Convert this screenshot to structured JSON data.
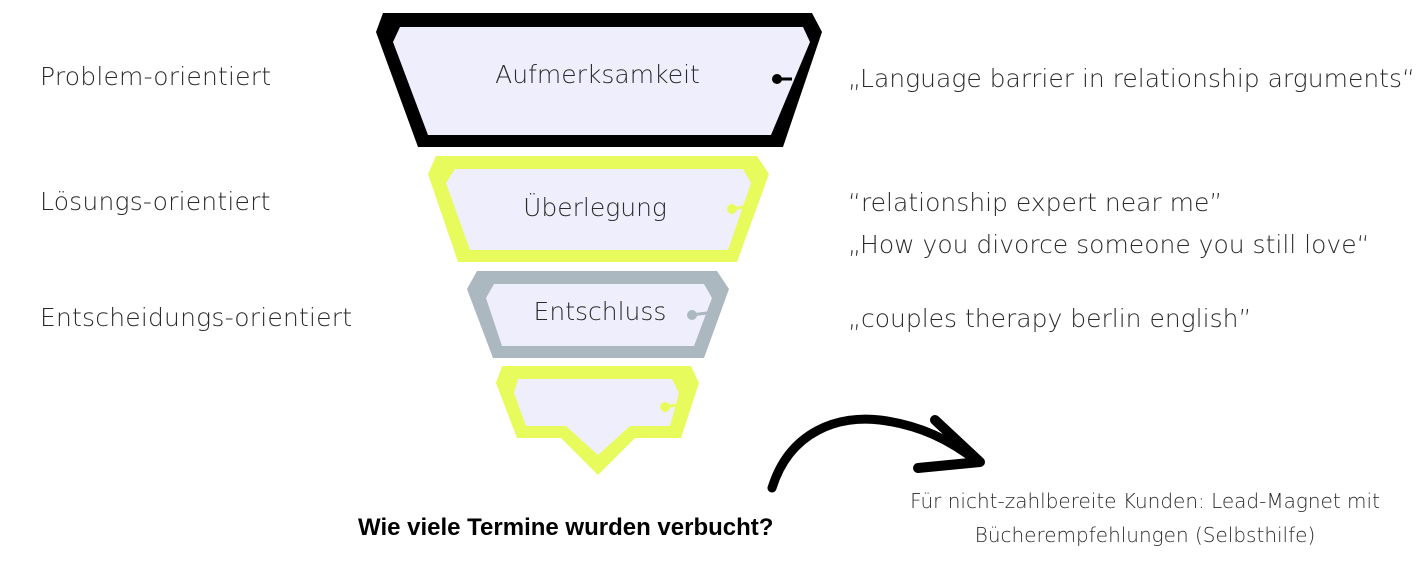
{
  "colors": {
    "stage_fill": "#efeefd",
    "stage1_border": "#000000",
    "stage2_border": "#e8fb5c",
    "stage3_border": "#abb8c0",
    "stage4_border": "#e8fb5c",
    "text": "#2a2a2a"
  },
  "left_labels": [
    {
      "text": "Problem-orientiert"
    },
    {
      "text": "Lösungs-orientiert"
    },
    {
      "text": "Entscheidungs-orientiert"
    }
  ],
  "funnel": {
    "stages": [
      {
        "label": "Aufmerksamkeit",
        "border": "black"
      },
      {
        "label": "Überlegung",
        "border": "yellow"
      },
      {
        "label": "Entschluss",
        "border": "grey"
      },
      {
        "label": "",
        "border": "yellow"
      }
    ]
  },
  "right_labels": [
    {
      "text": "„Language barrier in relationship arguments“"
    },
    {
      "text": "“relationship expert near me”"
    },
    {
      "text": "„How you divorce someone you still love“"
    },
    {
      "text": "„couples therapy berlin english”"
    }
  ],
  "question": "Wie viele Termine wurden verbucht?",
  "note": {
    "line1": "Für nicht-zahlbereite Kunden: Lead-Magnet mit",
    "line2": "Bücherempfehlungen (Selbsthilfe)"
  },
  "icons": {
    "arrow": "curved-arrow-icon"
  }
}
